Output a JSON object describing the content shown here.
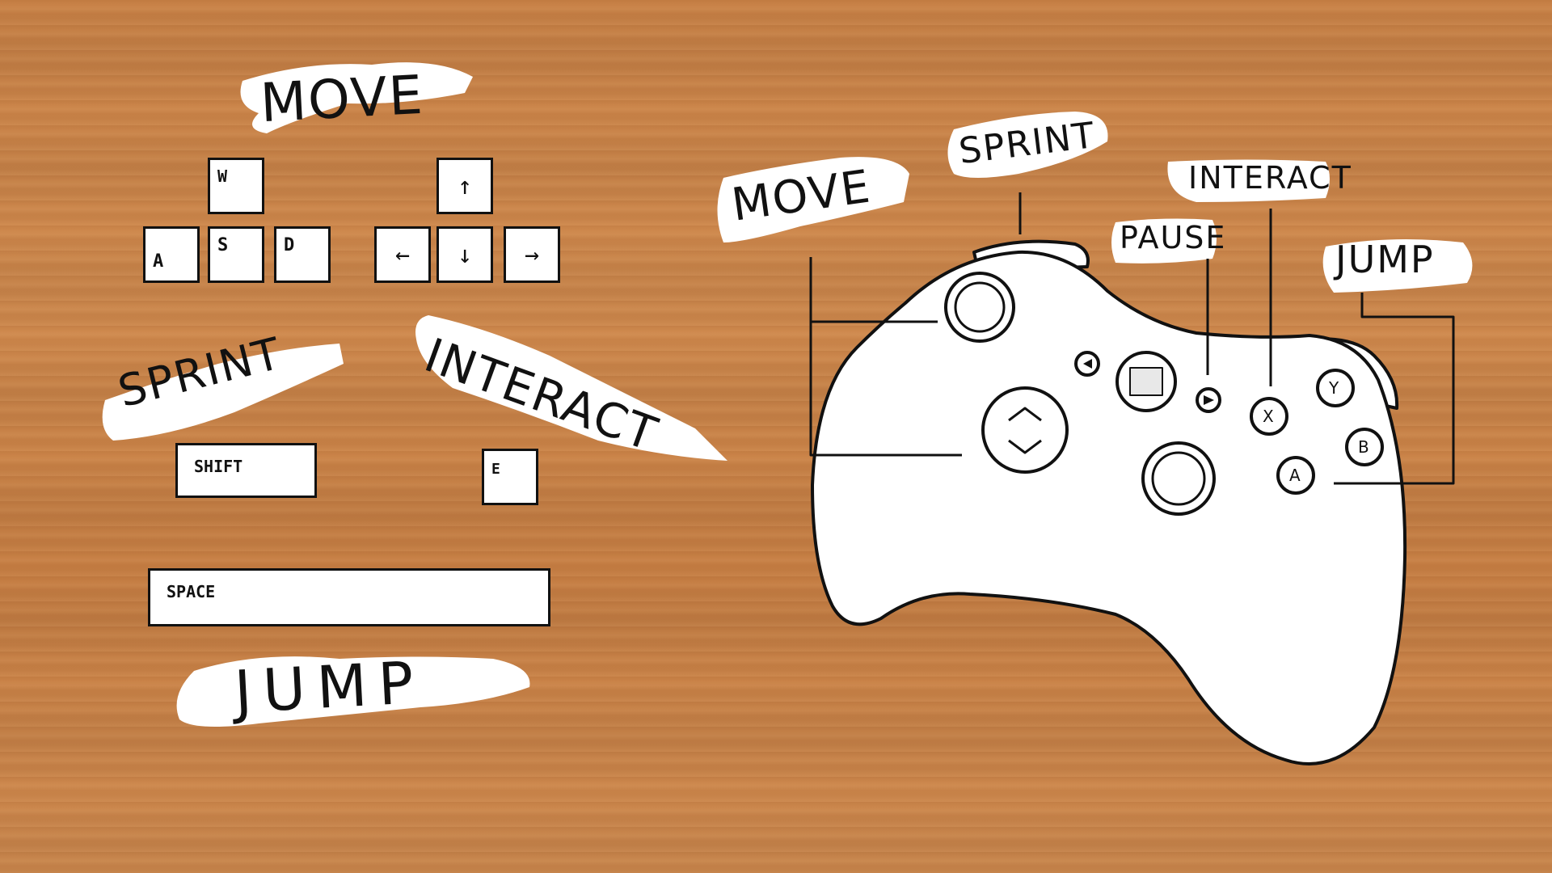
{
  "keyboard": {
    "move_label": "MOVE",
    "sprint_label": "SPRINT",
    "interact_label": "INTERACT",
    "jump_label": "JUMP",
    "keys": {
      "w": "W",
      "a": "A",
      "s": "S",
      "d": "D",
      "up": "↑",
      "left": "←",
      "down": "↓",
      "right": "→",
      "shift": "SHIFT",
      "e": "E",
      "space": "SPACE"
    }
  },
  "controller": {
    "move_label": "MOVE",
    "sprint_label": "SPRINT",
    "interact_label": "INTERACT",
    "pause_label": "PAUSE",
    "jump_label": "JUMP",
    "buttons": {
      "x": "X",
      "y": "Y",
      "b": "B",
      "a": "A"
    }
  },
  "colors": {
    "wood": "#cd874b",
    "ink": "#111111",
    "paint": "#ffffff"
  }
}
